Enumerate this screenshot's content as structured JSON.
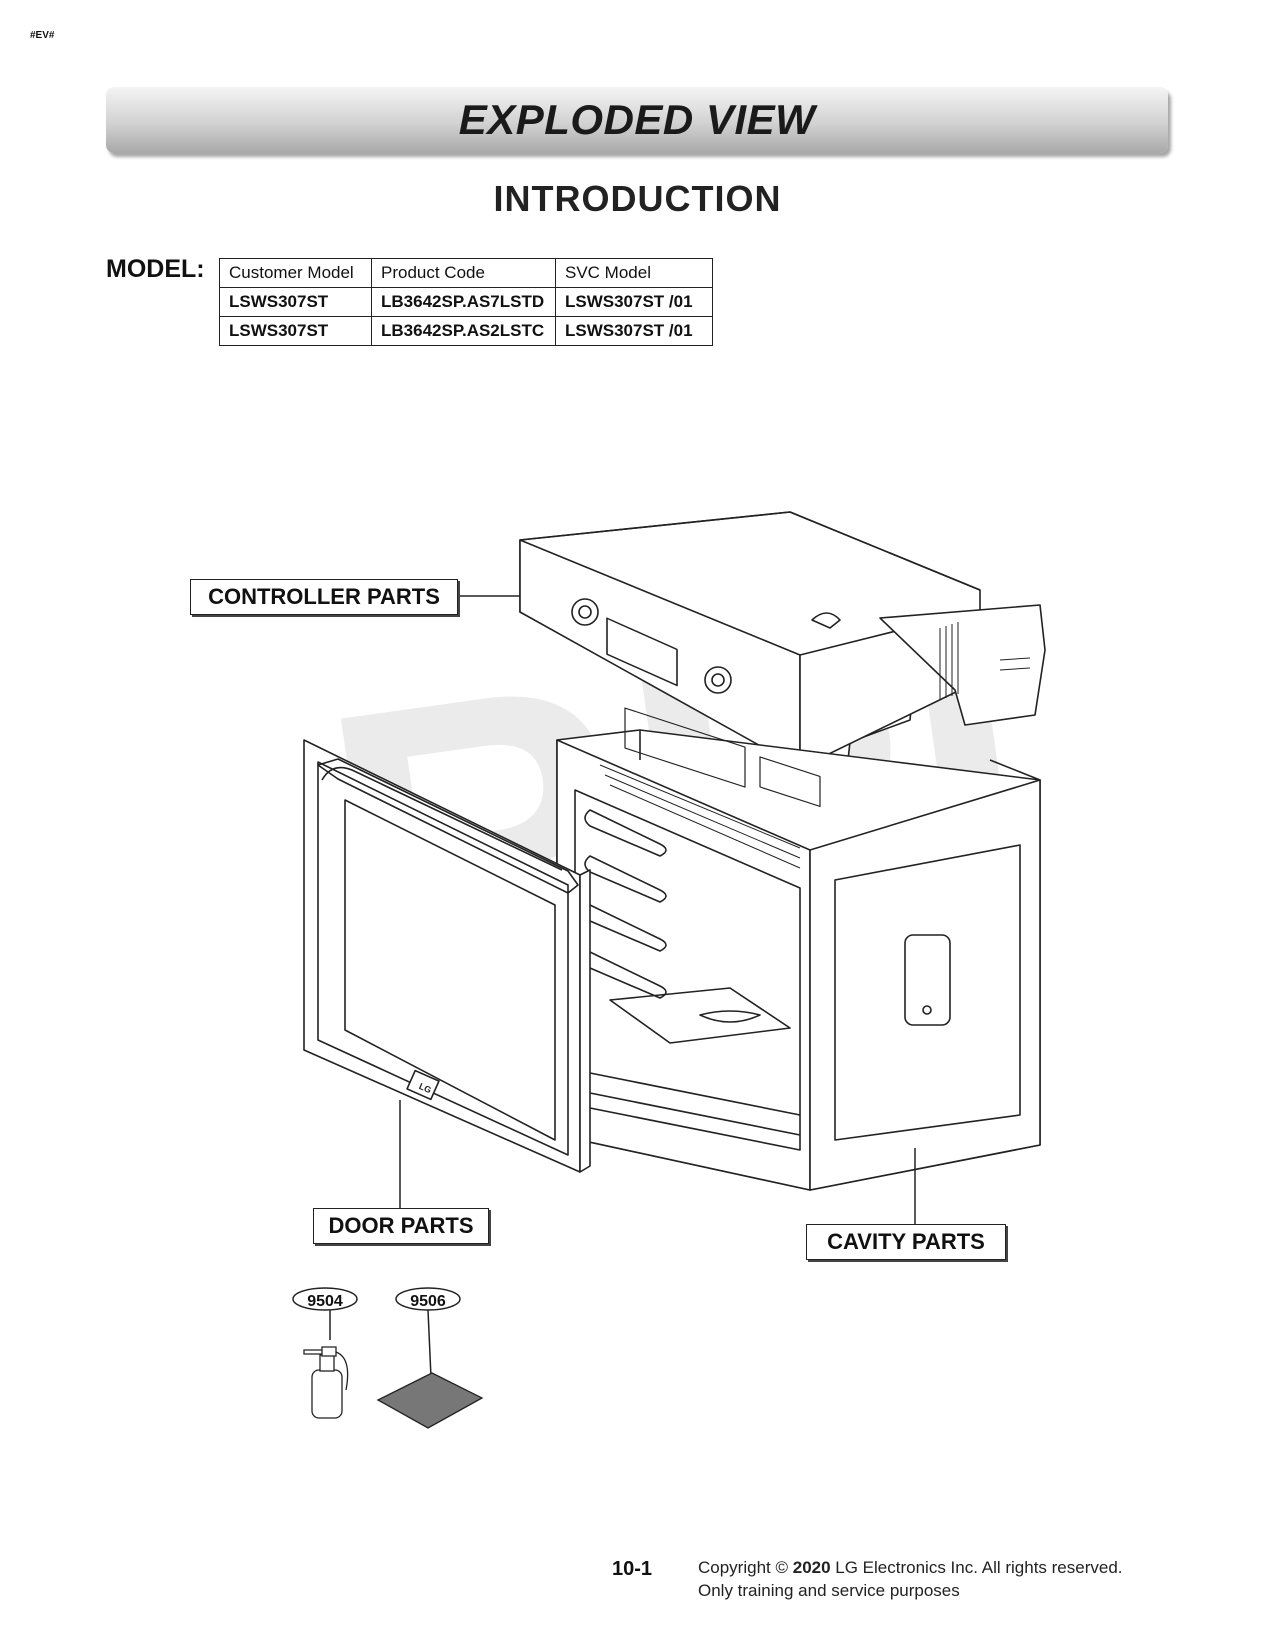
{
  "header": {
    "tag": "#EV#",
    "banner_title": "EXPLODED VIEW",
    "subtitle": "INTRODUCTION"
  },
  "model": {
    "label": "MODEL:",
    "columns": [
      "Customer Model",
      "Product Code",
      "SVC Model"
    ],
    "rows": [
      [
        "LSWS307ST",
        "LB3642SP.AS7LSTD",
        "LSWS307ST /01"
      ],
      [
        "LSWS307ST",
        "LB3642SP.AS2LSTC",
        "LSWS307ST /01"
      ]
    ]
  },
  "diagram": {
    "watermark": "RPI",
    "callouts": {
      "controller": "CONTROLLER PARTS",
      "door": "DOOR PARTS",
      "cavity": "CAVITY PARTS"
    },
    "accessories": [
      {
        "part_no": "9504",
        "icon": "spray-bottle-icon"
      },
      {
        "part_no": "9506",
        "icon": "cleaning-pad-icon"
      }
    ],
    "door_logo": "LG"
  },
  "footer": {
    "page_number": "10-1",
    "copyright_prefix": "Copyright © ",
    "copyright_year": "2020",
    "copyright_suffix": " LG Electronics Inc. All rights reserved.",
    "note": "Only training and service purposes"
  }
}
